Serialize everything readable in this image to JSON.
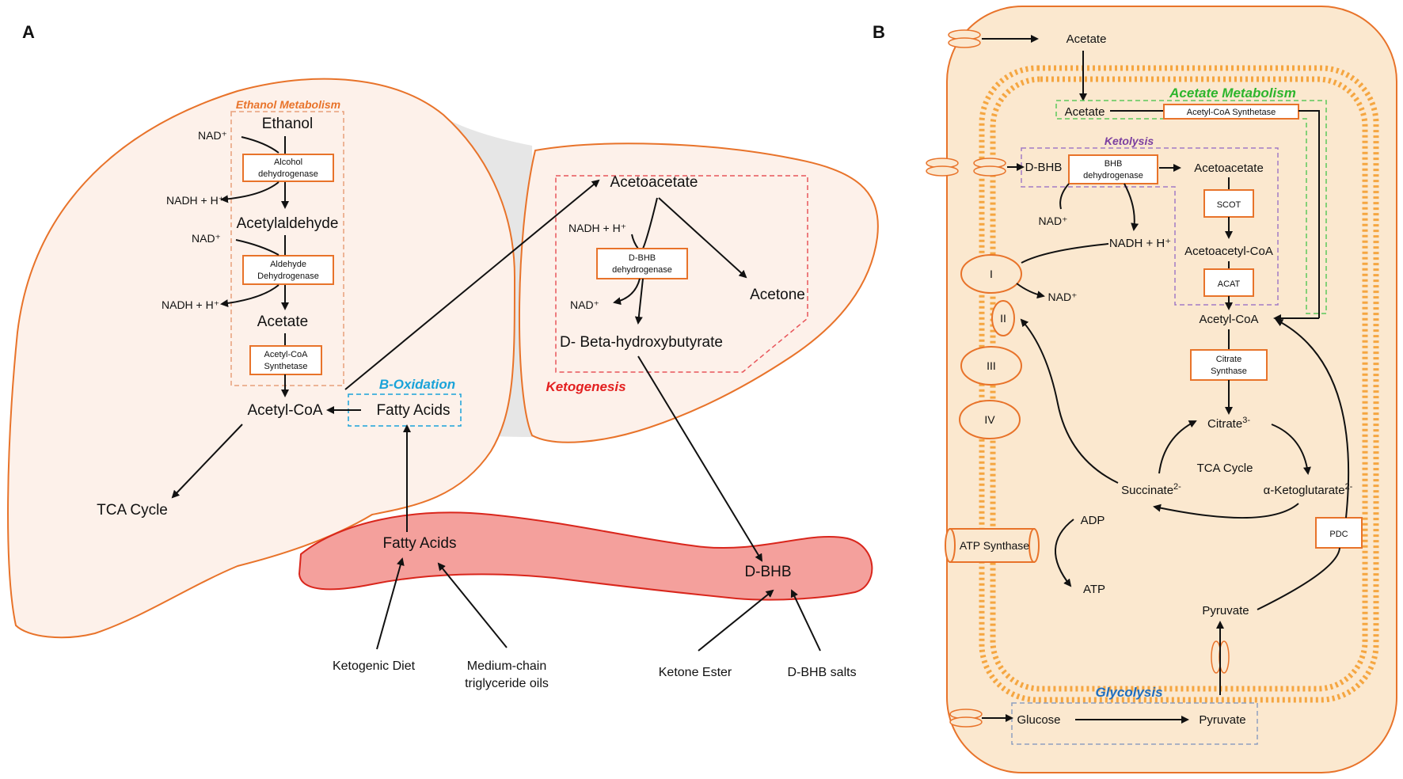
{
  "panelA": {
    "label": "A",
    "ethanol_metabolism": {
      "title": "Ethanol Metabolism",
      "ethanol": "Ethanol",
      "nad1": "NAD⁺",
      "enzyme1": [
        "Alcohol",
        "dehydrogenase"
      ],
      "nadh1": "NADH + H⁺",
      "acetylaldehyde": "Acetylaldehyde",
      "nad2": "NAD⁺",
      "enzyme2": [
        "Aldehyde",
        "Dehydrogenase"
      ],
      "nadh2": "NADH + H⁺",
      "acetate": "Acetate",
      "enzyme3": [
        "Acetyl-CoA",
        "Synthetase"
      ]
    },
    "acetyl_coa": "Acetyl-CoA",
    "tca_cycle": "TCA Cycle",
    "b_oxidation": {
      "title": "B-Oxidation",
      "fatty_acids": "Fatty Acids"
    },
    "ketogenesis": {
      "title": "Ketogenesis",
      "acetoacetate": "Acetoacetate",
      "nadh": "NADH + H⁺",
      "enzyme": [
        "D-BHB",
        "dehydrogenase"
      ],
      "nad": "NAD⁺",
      "acetone": "Acetone",
      "product": "D- Beta-hydroxybutyrate"
    },
    "blood_vessel": {
      "fatty_acids": "Fatty Acids",
      "dbhb": "D-BHB"
    },
    "sources": {
      "ketogenic_diet": "Ketogenic Diet",
      "mct_oils": [
        "Medium-chain",
        "triglyceride oils"
      ],
      "ketone_ester": "Ketone Ester",
      "dbhb_salts": "D-BHB salts"
    }
  },
  "panelB": {
    "label": "B",
    "acetate_outer": "Acetate",
    "acetate_metabolism": {
      "title": "Acetate Metabolism",
      "acetate": "Acetate",
      "enzyme": "Acetyl-CoA Synthetase"
    },
    "ketolysis": {
      "title": "Ketolysis",
      "dbhb": "D-BHB",
      "enzyme": [
        "BHB",
        "dehydrogenase"
      ],
      "acetoacetate": "Acetoacetate",
      "nad": "NAD⁺",
      "nadh": "NADH + H⁺",
      "scot": "SCOT",
      "acetoacetyl_coa": "Acetoacetyl-CoA",
      "acat": "ACAT"
    },
    "etc": {
      "c1": "I",
      "c2": "II",
      "c3": "III",
      "c4": "IV",
      "nad": "NAD⁺"
    },
    "acetyl_coa": "Acetyl-CoA",
    "citrate_synthase": [
      "Citrate",
      "Synthase"
    ],
    "tca": {
      "citrate": "Citrate",
      "citrate_charge": "3-",
      "label": "TCA Cycle",
      "succinate": "Succinate",
      "succinate_charge": "2-",
      "akg": "α-Ketoglutarate",
      "akg_charge": "2-"
    },
    "atp_synthase": "ATP Synthase",
    "adp": "ADP",
    "atp": "ATP",
    "pdc": "PDC",
    "pyruvate_mito": "Pyruvate",
    "glycolysis": {
      "title": "Glycolysis",
      "glucose": "Glucose",
      "pyruvate": "Pyruvate"
    }
  },
  "colors": {
    "orange": "#e8732a",
    "liver_fill": "#fdf1ea",
    "cell_fill": "#fbe8cf",
    "vessel_fill": "#f4a09c",
    "ethanol_title": "#e8732a",
    "b_oxidation": "#1aa3d9",
    "ketogenesis": "#e32020",
    "acetate_metabolism": "#2db52d",
    "ketolysis": "#7b3fa0",
    "glycolysis": "#1f6fc0"
  }
}
